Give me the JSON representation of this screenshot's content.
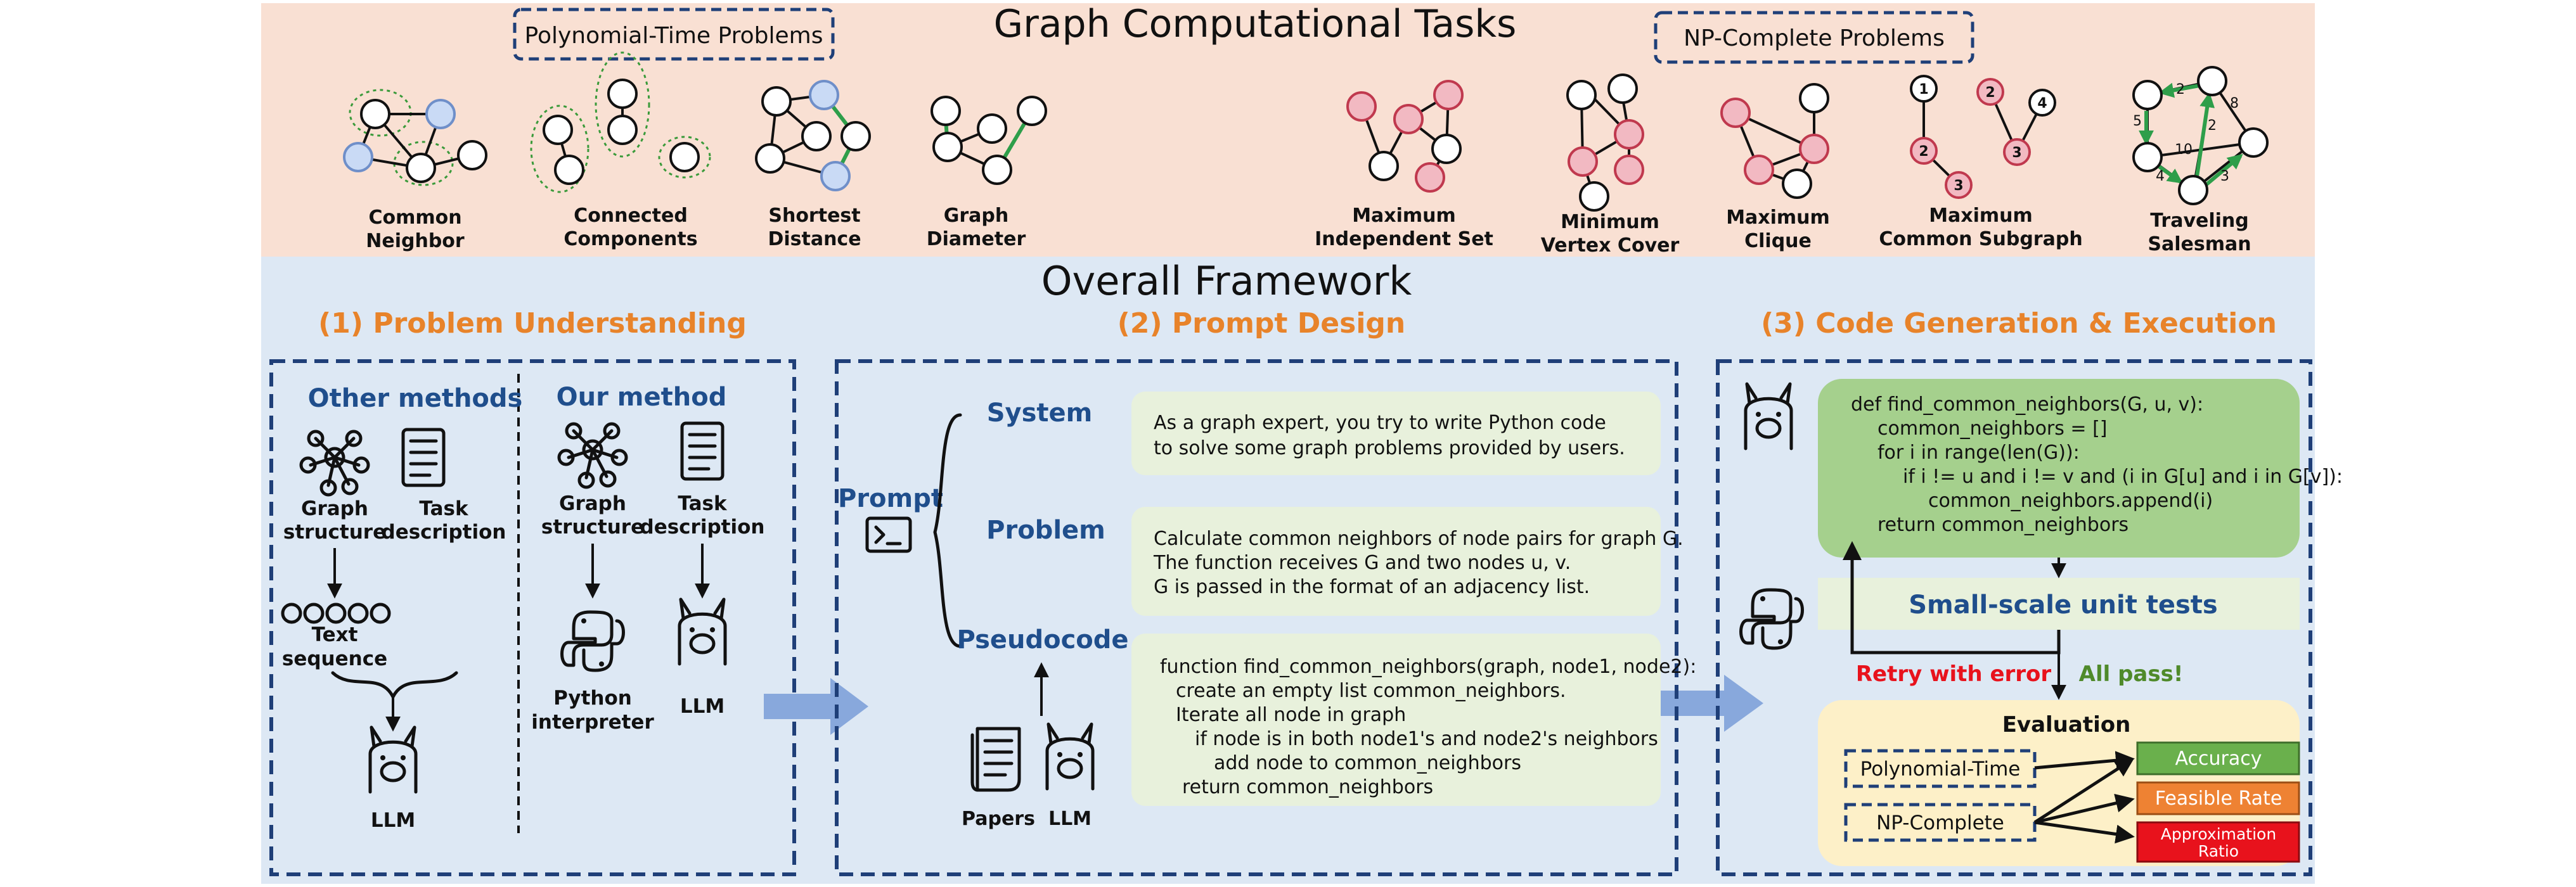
{
  "header": {
    "title": "Graph Computational Tasks",
    "poly_label": "Polynomial-Time Problems",
    "np_label": "NP-Complete Problems",
    "tasks": [
      {
        "l1": "Common",
        "l2": "Neighbor"
      },
      {
        "l1": "Connected",
        "l2": "Components"
      },
      {
        "l1": "Shortest",
        "l2": "Distance"
      },
      {
        "l1": "Graph",
        "l2": "Diameter"
      },
      {
        "l1": "Maximum",
        "l2": "Independent Set"
      },
      {
        "l1": "Minimum",
        "l2": "Vertex Cover"
      },
      {
        "l1": "Maximum",
        "l2": "Clique"
      },
      {
        "l1": "Maximum",
        "l2": "Common Subgraph"
      },
      {
        "l1": "Traveling",
        "l2": "Salesman"
      }
    ],
    "subgraph_node_labels": [
      "1",
      "2",
      "2",
      "3",
      "4",
      "3"
    ],
    "tsp_weights": [
      "2",
      "8",
      "5",
      "2",
      "10",
      "4",
      "3"
    ]
  },
  "framework": {
    "title": "Overall Framework",
    "steps": [
      "(1) Problem Understanding",
      "(2) Prompt Design",
      "(3) Code Generation & Execution"
    ]
  },
  "understanding": {
    "other_heading": "Other methods",
    "our_heading": "Our method",
    "graph_structure_l1": "Graph",
    "graph_structure_l2": "structure",
    "task_desc_l1": "Task",
    "task_desc_l2": "description",
    "text_seq_l1": "Text",
    "text_seq_l2": "sequence",
    "llm": "LLM",
    "python_l1": "Python",
    "python_l2": "interpreter"
  },
  "prompt": {
    "label": "Prompt",
    "system_heading": "System",
    "problem_heading": "Problem",
    "pseudo_heading": "Pseudocode",
    "system_text": [
      "As a graph expert, you try to write Python code",
      "to solve some graph problems provided by users."
    ],
    "problem_text": [
      "Calculate common neighbors of node pairs for graph G.",
      "The function receives G and two nodes u, v.",
      "G is passed in the format of an adjacency list."
    ],
    "pseudo_text": [
      "function find_common_neighbors(graph, node1, node2):",
      "create an empty list common_neighbors.",
      "Iterate all node in graph",
      "if node is in both node1's and node2's neighbors",
      "add node to common_neighbors",
      "return common_neighbors"
    ],
    "papers": "Papers",
    "llm": "LLM"
  },
  "codegen": {
    "code": [
      "def find_common_neighbors(G, u, v):",
      "common_neighbors = []",
      "for i in range(len(G)):",
      "if i != u and i != v and (i in G[u] and i in G[v]):",
      "common_neighbors.append(i)",
      "return common_neighbors"
    ],
    "unit_tests": "Small-scale unit tests",
    "retry": "Retry with error",
    "pass": "All pass!",
    "evaluation": "Evaluation",
    "poly": "Polynomial-Time",
    "np": "NP-Complete",
    "metrics": [
      "Accuracy",
      "Feasible Rate",
      "Approximation",
      "Ratio"
    ]
  },
  "colors": {
    "header_bg": "#f9e0d3",
    "framework_bg": "#dde8f4",
    "accent_orange": "#e8832a",
    "accent_blue": "#1f4e8c",
    "green_box": "#a5d08d",
    "light_green": "#e8f1dc",
    "eval_bg": "#fdf0c8",
    "accuracy": "#6ab04c",
    "feasible": "#ee8233",
    "approx": "#e8121c"
  }
}
